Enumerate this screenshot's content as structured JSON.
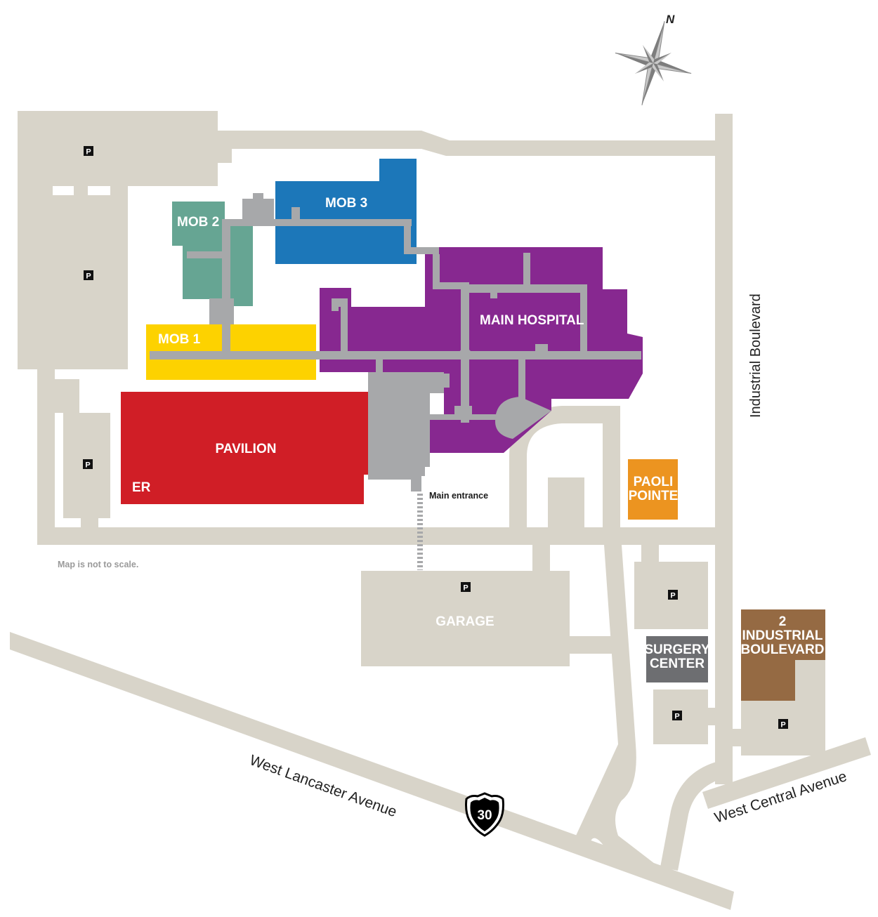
{
  "colors": {
    "road": "#d8d4c9",
    "corridor": "#a7a8aa",
    "mob1": "#fdd200",
    "mob2": "#66a593",
    "mob3": "#1c77b9",
    "main_hospital": "#872890",
    "pavilion": "#d01e26",
    "paoli_pointe": "#ec9420",
    "surgery_center": "#6d6e71",
    "industrial_blvd_building": "#956a43",
    "parking_badge": "#111111"
  },
  "buildings": {
    "mob1": "MOB 1",
    "mob2": "MOB 2",
    "mob3": "MOB 3",
    "main_hospital": "MAIN HOSPITAL",
    "pavilion": "PAVILION",
    "er": "ER",
    "paoli_pointe": [
      "PAOLI",
      "POINTE"
    ],
    "surgery_center": [
      "SURGERY",
      "CENTER"
    ],
    "industrial_building": [
      "2",
      "INDUSTRIAL",
      "BOULEVARD"
    ],
    "garage": "GARAGE"
  },
  "labels": {
    "main_entrance": "Main entrance",
    "scale_note": "Map is not to scale."
  },
  "roads": {
    "industrial": "Industrial Boulevard",
    "lancaster": "West Lancaster Avenue",
    "central": "West Central Avenue"
  },
  "route_shield": "30",
  "compass": "N",
  "parking_symbol": "P"
}
